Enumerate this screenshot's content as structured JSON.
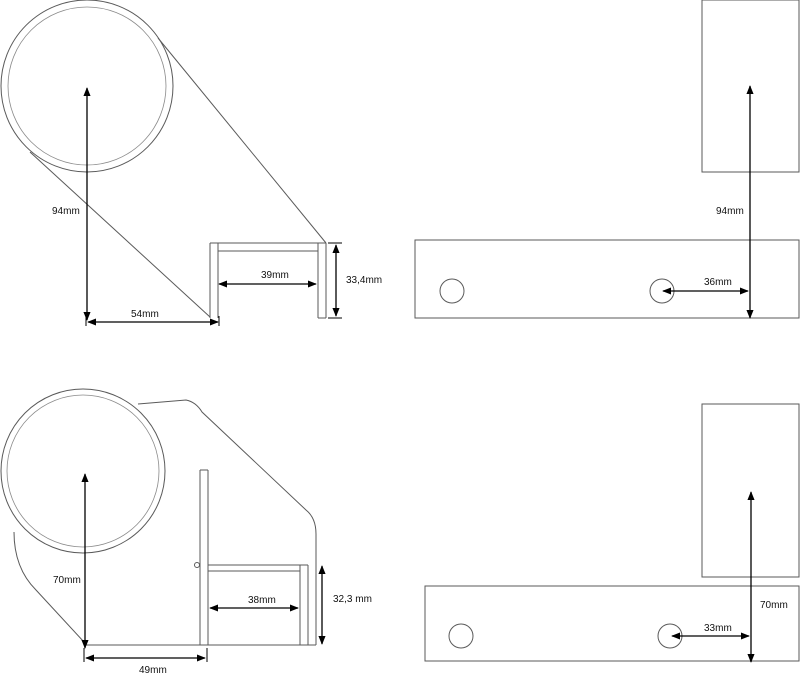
{
  "colors": {
    "outline": "#5a5a5a",
    "dimension": "#000000",
    "background": "#ffffff"
  },
  "views": {
    "top_left": {
      "height_label": "94mm",
      "base_label": "54mm",
      "inner_label": "39mm",
      "thickness_label": "33,4mm"
    },
    "top_right": {
      "height_label": "94mm",
      "offset_label": "36mm"
    },
    "bottom_left": {
      "height_label": "70mm",
      "base_label": "49mm",
      "inner_label": "38mm",
      "thickness_label": "32,3 mm"
    },
    "bottom_right": {
      "height_label": "70mm",
      "offset_label": "33mm"
    }
  }
}
